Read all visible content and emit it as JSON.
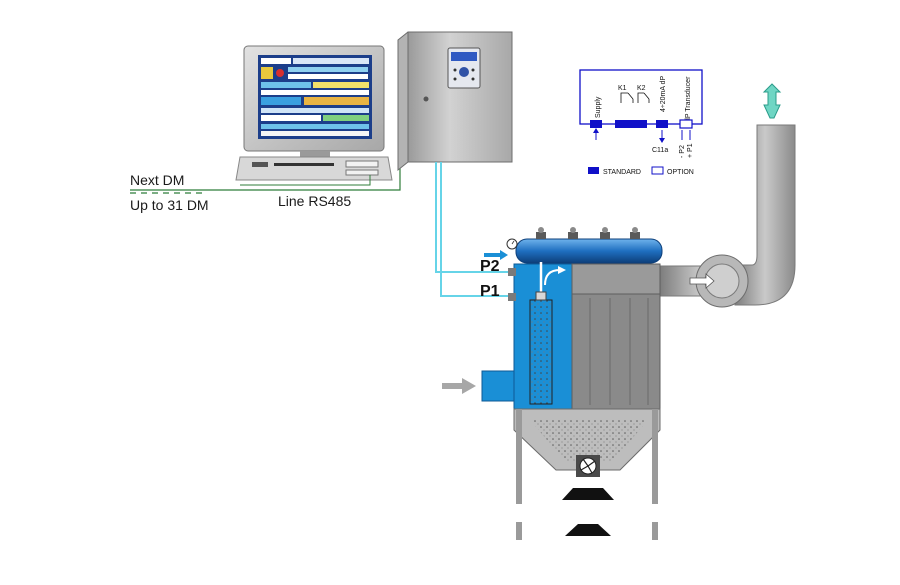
{
  "network": {
    "next_dm": "Next DM",
    "up_to": "Up to 31 DM",
    "line": "Line RS485"
  },
  "pressure_points": {
    "p2": "P2",
    "p1": "P1"
  },
  "wiring": {
    "supply": "Supply",
    "k1": "K1",
    "k2": "K2",
    "analog_out": "4÷20mA dP",
    "transducer": "dP Transducer",
    "c11a": "C11a",
    "minus_p2": "- P2",
    "plus_p1": "+ P1",
    "standard": "STANDARD",
    "option": "OPTION"
  },
  "colors": {
    "accent_blue": "#1a8fd6",
    "hose_cyan": "#66d4e8",
    "cable_green": "#2f7d3a",
    "wiring_blue": "#1010c8",
    "housing_gray": "#8a8a8a",
    "exhaust_arrow": "#6fd6c4"
  }
}
